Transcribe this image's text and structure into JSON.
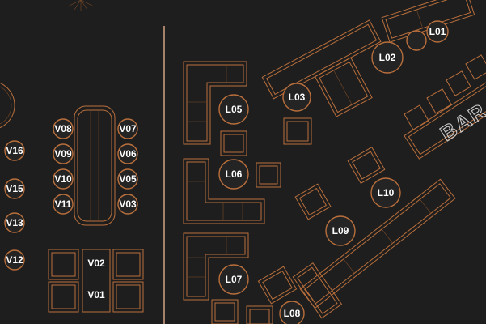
{
  "floor_plan": {
    "bar_label": "BAR",
    "tables_v": [
      {
        "id": "V08"
      },
      {
        "id": "V07"
      },
      {
        "id": "V09"
      },
      {
        "id": "V06"
      },
      {
        "id": "V10"
      },
      {
        "id": "V05"
      },
      {
        "id": "V11"
      },
      {
        "id": "V03"
      },
      {
        "id": "V16"
      },
      {
        "id": "V15"
      },
      {
        "id": "V13"
      },
      {
        "id": "V12"
      },
      {
        "id": "V02"
      },
      {
        "id": "V01"
      }
    ],
    "tables_l": [
      {
        "id": "L01"
      },
      {
        "id": "L02"
      },
      {
        "id": "L03"
      },
      {
        "id": "L05"
      },
      {
        "id": "L06"
      },
      {
        "id": "L07"
      },
      {
        "id": "L08"
      },
      {
        "id": "L09"
      },
      {
        "id": "L10"
      }
    ]
  },
  "colors": {
    "background": "#1e1e1e",
    "accent": "#b96f3c",
    "label": "#ffffff",
    "bar_text": "#c9c9c9"
  }
}
